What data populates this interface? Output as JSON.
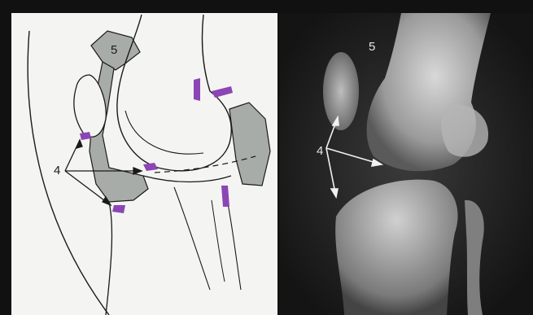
{
  "figure": {
    "drawing_panel": {
      "label_patella": "5",
      "label_fat_pad": "4"
    },
    "xray_panel": {
      "label_patella": "5",
      "label_fat_pad": "4"
    }
  },
  "colors": {
    "background_frame": "#111111",
    "drawing_paper": "#f4f4f2",
    "shaded_gray": "#a8aca8",
    "fat_pad_purple": "#8b45b5",
    "outline": "#1a1a1a",
    "xray_bone": "#cfcfcf"
  }
}
